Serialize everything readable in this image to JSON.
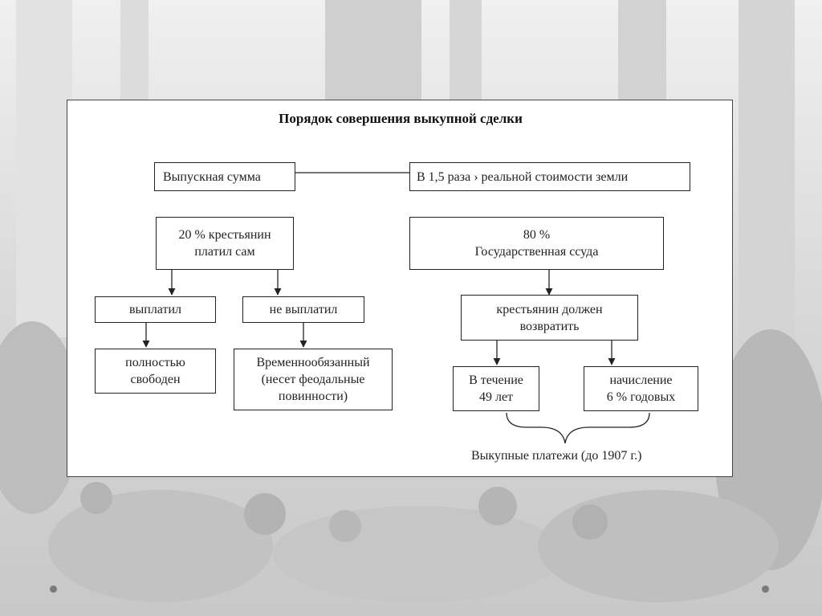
{
  "diagram": {
    "title": "Порядок совершения выкупной сделки",
    "nodes": {
      "vypusknaya_summa": [
        "Выпускная сумма"
      ],
      "v_1_5_raza": [
        "В 1,5 раза › реальной стоимости земли"
      ],
      "dvadtsat_protsentov": [
        "20 % крестьянин",
        "платил сам"
      ],
      "vosemdesyat_protsentov": [
        "80 %",
        "Государственная ссуда"
      ],
      "vyplatil": [
        "выплатил"
      ],
      "ne_vyplatil": [
        "не выплатил"
      ],
      "krestyanin_dolzhen": [
        "крестьянин должен",
        "возвратить"
      ],
      "polnostyu_svoboden": [
        "полностью",
        "свободен"
      ],
      "vremennoobyazannyi": [
        "Временнообязанный",
        "(несет феодальные",
        "повинности)"
      ],
      "v_techenie": [
        "В течение",
        "49 лет"
      ],
      "nachislenie": [
        "начисление",
        "6 % годовых"
      ]
    },
    "bracket_caption": "Выкупные платежи (до 1907 г.)"
  },
  "colors": {
    "page_background": "#e9e9e9",
    "panel_background": "#ffffff",
    "line": "#222222"
  },
  "navigation": {
    "prev_icon": "dot-icon",
    "next_icon": "dot-icon"
  }
}
